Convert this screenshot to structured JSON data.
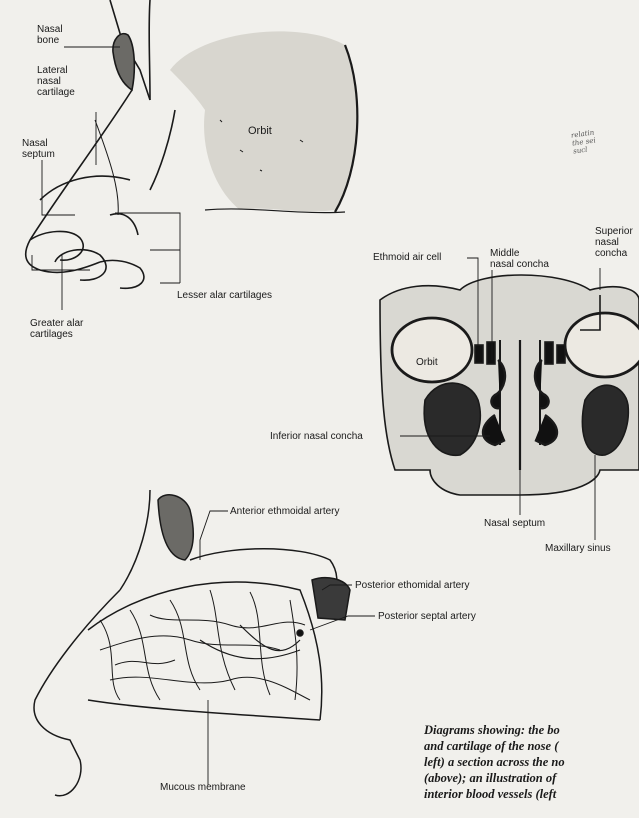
{
  "labels": {
    "nasal_bone": "Nasal\nbone",
    "lateral_nasal_cartilage": "Lateral\nnasal\ncartilage",
    "nasal_septum_top": "Nasal\nseptum",
    "orbit_top": "Orbit",
    "lesser_alar": "Lesser alar cartilages",
    "greater_alar": "Greater alar\ncartilages",
    "ethmoid_air_cell": "Ethmoid air cell",
    "middle_nasal_concha": "Middle\nnasal concha",
    "superior_nasal_concha": "Superior\nnasal\nconcha",
    "orbit_mid": "Orbit",
    "inferior_nasal_concha": "Inferior nasal concha",
    "nasal_septum_mid": "Nasal septum",
    "maxillary_sinus": "Maxillary sinus",
    "anterior_ethmoidal_artery": "Anterior ethmoidal artery",
    "posterior_ethmoidal_artery": "Posterior ethomidal artery",
    "posterior_septal_artery": "Posterior septal artery",
    "mucous_membrane": "Mucous membrane"
  },
  "handwriting": "relatin\nthe sei\nsucl",
  "caption": {
    "line1": "Diagrams showing: the bo",
    "line2": "and cartilage of the nose (",
    "line3": "left) a section across the no",
    "line4": "(above); an illustration of",
    "line5": "interior blood vessels (left"
  }
}
